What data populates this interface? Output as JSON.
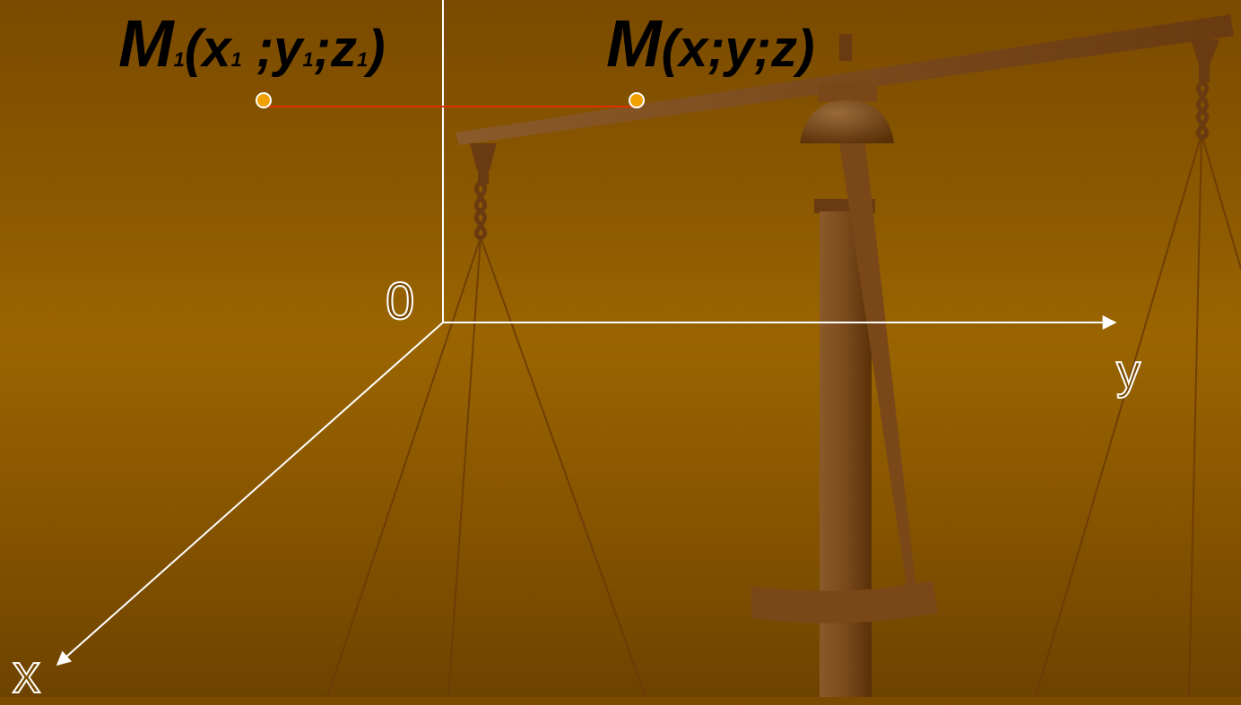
{
  "points": {
    "m1": {
      "letter": "M",
      "sub": "1",
      "open": "(",
      "x": "x",
      "x_sub": "1",
      "sep1": " ;",
      "y": "y",
      "y_sub": "1",
      "sep2": ";",
      "z": "z",
      "z_sub": "1",
      "close": ")"
    },
    "m": {
      "letter": "M",
      "coords": "(x;y;z)"
    }
  },
  "axes": {
    "origin": "0",
    "x": "x",
    "y": "y"
  },
  "colors": {
    "background": "#8f5c00",
    "axis_line": "#ffffff",
    "segment": "#e03000",
    "point_fill": "#f0a000",
    "point_stroke": "#ffffff",
    "scale_wood": "#6b3a10"
  },
  "icons": {
    "background_image": "balance-scale-icon"
  }
}
